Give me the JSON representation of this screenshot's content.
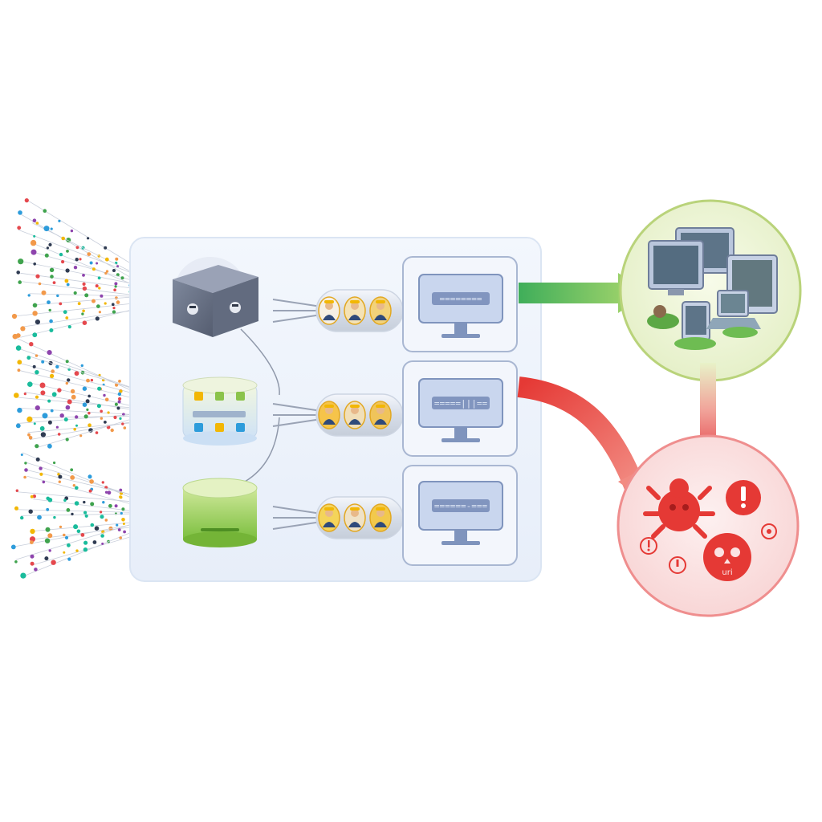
{
  "colors": {
    "panel_fill": "#eef3fb",
    "panel_stroke": "#d9e3f2",
    "cube": "#6b7488",
    "cube_top": "#8c94a8",
    "db_blue": "#d9e8f7",
    "db_green": "#8bc34a",
    "monitor_fill": "#c9d6ee",
    "monitor_stroke": "#7f94bd",
    "ok_green": "#6abf4b",
    "ok_circle": "#eef5da",
    "ok_circle_stroke": "#b9d37a",
    "threat_red": "#e5484d",
    "threat_circle": "#fbe3e3",
    "threat_circle_stroke": "#ef8e8e"
  },
  "particle_colors": [
    "#e5484d",
    "#f2b705",
    "#3fa34d",
    "#2d9cdb",
    "#8e44ad",
    "#f2994a",
    "#1abc9c",
    "#2f3b52"
  ],
  "icons": {
    "source_top": "cube-server-icon",
    "source_middle": "database-grid-icon",
    "source_bottom": "database-cylinder-icon",
    "workers": "worker-avatar-icon",
    "monitor": "monitor-icon",
    "devices": "device-cluster-icon",
    "threats": "threat-cluster-icon"
  },
  "rows": [
    {
      "id": "row-1",
      "monitor_label": "========"
    },
    {
      "id": "row-2",
      "monitor_label": "=====|||=="
    },
    {
      "id": "row-3",
      "monitor_label": "======-==="
    }
  ],
  "threat_badge": {
    "text": "uri"
  }
}
